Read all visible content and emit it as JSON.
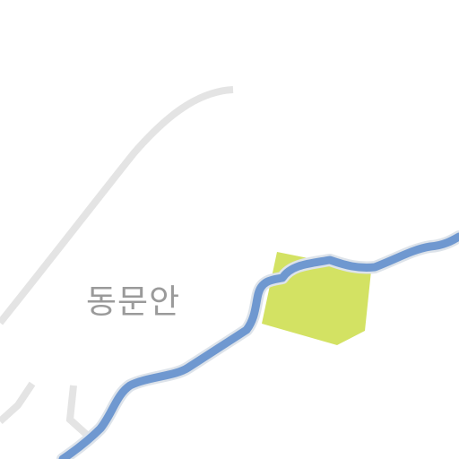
{
  "map": {
    "place_label": "동문안",
    "colors": {
      "background": "#ffffff",
      "road": "#e4e4e4",
      "river": "#6f98d0",
      "river_casing": "#dde3ea",
      "area_fill": "#cfdf56",
      "label": "#9a9a9a"
    },
    "features": [
      "road-curve",
      "road-stub-left",
      "road-stub-center",
      "river",
      "highlight-area"
    ]
  }
}
